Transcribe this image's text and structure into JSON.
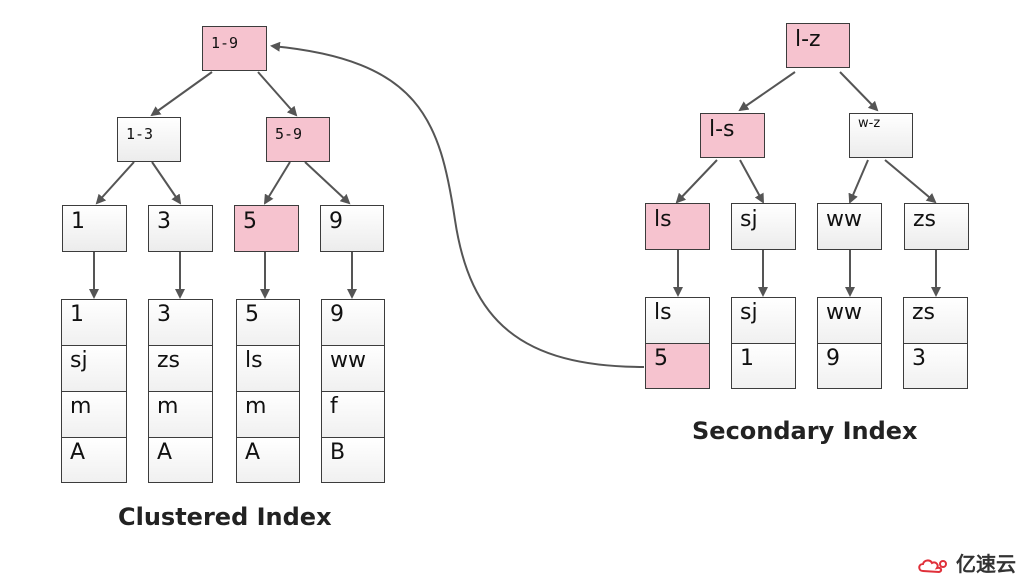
{
  "clustered": {
    "root": "1-9",
    "level2": [
      "1-3",
      "5-9"
    ],
    "leaves": [
      "1",
      "3",
      "5",
      "9"
    ],
    "records": [
      [
        "1",
        "sj",
        "m",
        "A"
      ],
      [
        "3",
        "zs",
        "m",
        "A"
      ],
      [
        "5",
        "ls",
        "m",
        "A"
      ],
      [
        "9",
        "ww",
        "f",
        "B"
      ]
    ],
    "label": "Clustered Index"
  },
  "secondary": {
    "root": "l-z",
    "level2": [
      "l-s",
      "w-z"
    ],
    "leaves": [
      "ls",
      "sj",
      "ww",
      "zs"
    ],
    "records": [
      [
        "ls",
        "5"
      ],
      [
        "sj",
        "1"
      ],
      [
        "ww",
        "9"
      ],
      [
        "zs",
        "3"
      ]
    ],
    "label": "Secondary Index"
  },
  "colors": {
    "highlight": "#f6c3cf",
    "border": "#3c3c3c",
    "edge": "#555555"
  },
  "watermark": {
    "text": "亿速云",
    "icon": "cloud-logo-icon"
  }
}
